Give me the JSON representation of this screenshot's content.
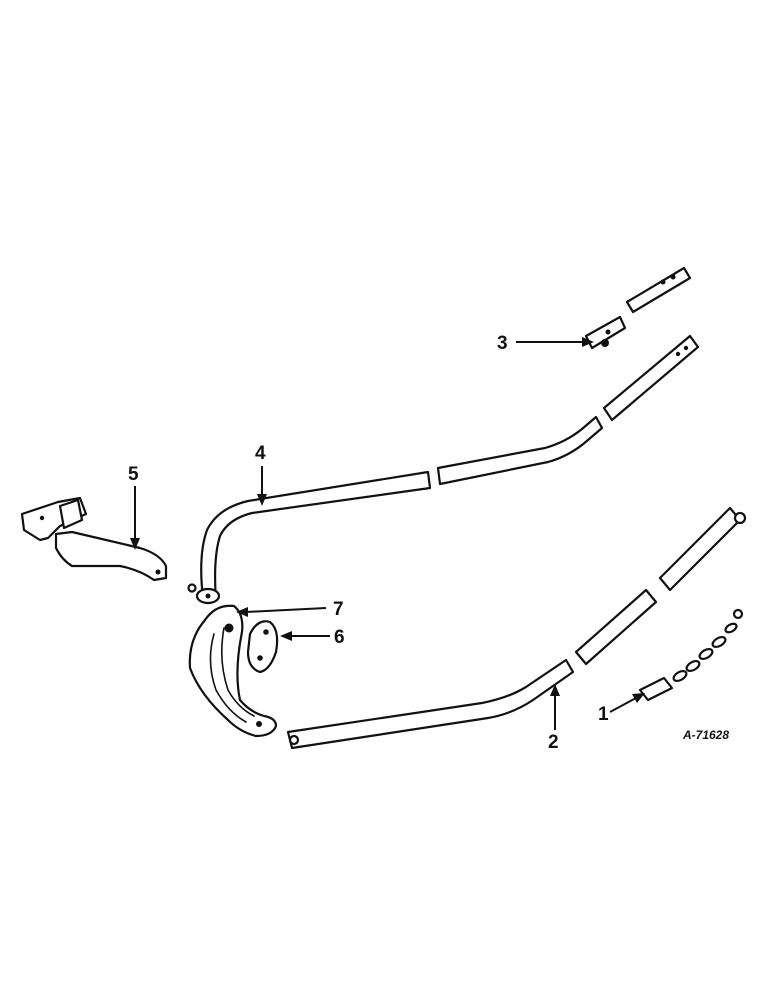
{
  "callouts": {
    "c1": "1",
    "c2": "2",
    "c3": "3",
    "c4": "4",
    "c5": "5",
    "c6": "6",
    "c7": "7"
  },
  "reference_number": "A-71628",
  "colors": {
    "ink": "#111111",
    "paper": "#ffffff"
  }
}
